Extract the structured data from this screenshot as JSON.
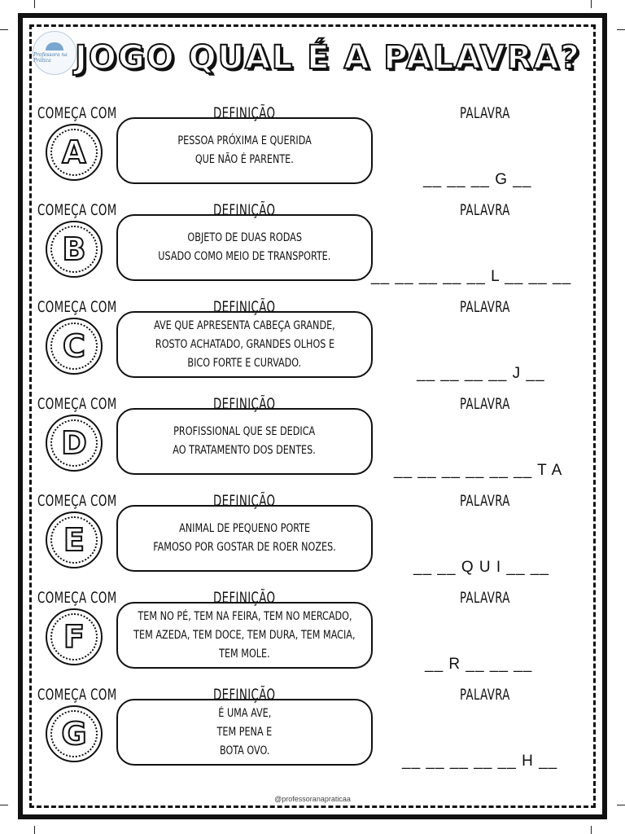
{
  "header": {
    "title": "JOGO QUAL É A PALAVRA?",
    "logo_text": "Professora na Prática"
  },
  "labels": {
    "start": "COMEÇA COM",
    "definition": "DEFINIÇÃO",
    "word": "PALAVRA"
  },
  "rows": [
    {
      "letter": "A",
      "definition": [
        "PESSOA PRÓXIMA E QUERIDA",
        "QUE NÃO É PARENTE."
      ],
      "answer": "__ __ __ G __"
    },
    {
      "letter": "B",
      "definition": [
        "OBJETO DE DUAS RODAS",
        "USADO COMO MEIO DE TRANSPORTE."
      ],
      "answer": "__ __ __ __ __ L __ __ __"
    },
    {
      "letter": "C",
      "definition": [
        "AVE QUE APRESENTA CABEÇA GRANDE,",
        "ROSTO ACHATADO, GRANDES OLHOS E",
        "BICO FORTE E CURVADO."
      ],
      "answer": "__ __ __ __ J __"
    },
    {
      "letter": "D",
      "definition": [
        "PROFISSIONAL QUE SE DEDICA",
        "AO TRATAMENTO DOS DENTES."
      ],
      "answer": "__ __ __ __ __ __ T A"
    },
    {
      "letter": "E",
      "definition": [
        "ANIMAL DE PEQUENO PORTE",
        "FAMOSO POR GOSTAR DE ROER NOZES."
      ],
      "answer": "__ __ Q U I __ __"
    },
    {
      "letter": "F",
      "definition": [
        "TEM NO PÉ, TEM NA FEIRA, TEM NO MERCADO,",
        "TEM AZEDA, TEM DOCE, TEM DURA, TEM MACIA,",
        "TEM MOLE."
      ],
      "answer": "__ R __ __ __"
    },
    {
      "letter": "G",
      "definition": [
        "É UMA AVE,",
        "TEM PENA E",
        "BOTA OVO."
      ],
      "answer": "__ __ __ __ __ H __"
    }
  ],
  "footer": {
    "credit": "@professoranapraticaa"
  }
}
